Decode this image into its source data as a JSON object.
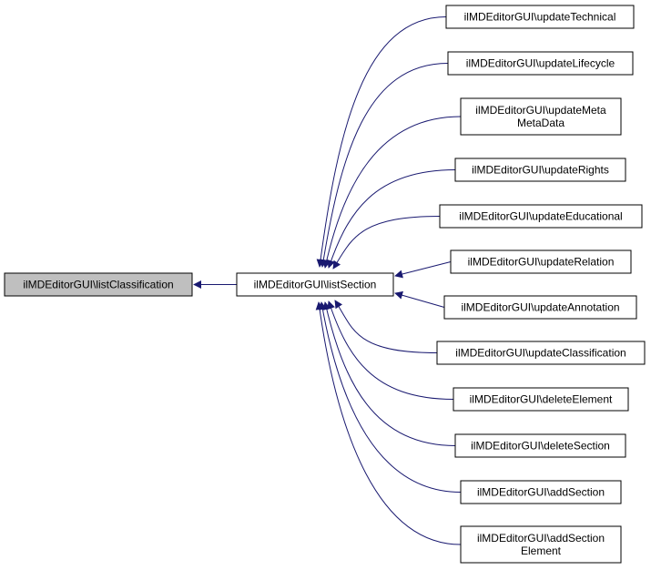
{
  "colors": {
    "edge": "#191970",
    "node_border": "#000000",
    "node_fill": "#ffffff",
    "focus_fill": "#bfbfbf",
    "text": "#000000"
  },
  "nodes": {
    "listClassification": [
      "ilMDEditorGUI\\listClassification"
    ],
    "listSection": [
      "ilMDEditorGUI\\listSection"
    ],
    "updateTechnical": [
      "ilMDEditorGUI\\updateTechnical"
    ],
    "updateLifecycle": [
      "ilMDEditorGUI\\updateLifecycle"
    ],
    "updateMetaMetaData": [
      "ilMDEditorGUI\\updateMeta",
      "MetaData"
    ],
    "updateRights": [
      "ilMDEditorGUI\\updateRights"
    ],
    "updateEducational": [
      "ilMDEditorGUI\\updateEducational"
    ],
    "updateRelation": [
      "ilMDEditorGUI\\updateRelation"
    ],
    "updateAnnotation": [
      "ilMDEditorGUI\\updateAnnotation"
    ],
    "updateClassification": [
      "ilMDEditorGUI\\updateClassification"
    ],
    "deleteElement": [
      "ilMDEditorGUI\\deleteElement"
    ],
    "deleteSection": [
      "ilMDEditorGUI\\deleteSection"
    ],
    "addSection": [
      "ilMDEditorGUI\\addSection"
    ],
    "addSectionElement": [
      "ilMDEditorGUI\\addSection",
      "Element"
    ]
  },
  "edges": [
    {
      "from": "listSection",
      "to": "listClassification"
    },
    {
      "from": "updateTechnical",
      "to": "listSection"
    },
    {
      "from": "updateLifecycle",
      "to": "listSection"
    },
    {
      "from": "updateMetaMetaData",
      "to": "listSection"
    },
    {
      "from": "updateRights",
      "to": "listSection"
    },
    {
      "from": "updateEducational",
      "to": "listSection"
    },
    {
      "from": "updateRelation",
      "to": "listSection"
    },
    {
      "from": "updateAnnotation",
      "to": "listSection"
    },
    {
      "from": "updateClassification",
      "to": "listSection"
    },
    {
      "from": "deleteElement",
      "to": "listSection"
    },
    {
      "from": "deleteSection",
      "to": "listSection"
    },
    {
      "from": "addSection",
      "to": "listSection"
    },
    {
      "from": "addSectionElement",
      "to": "listSection"
    }
  ]
}
